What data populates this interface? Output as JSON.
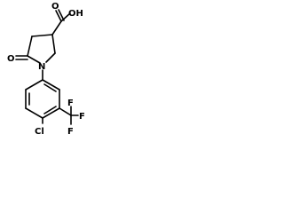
{
  "molecule": {
    "atoms": {
      "carboxyl_oh": "OH",
      "carboxyl_o": "O",
      "lactam_o": "O",
      "ring_n": "N",
      "chlorine": "Cl",
      "cf3_f_top": "F",
      "cf3_f_right": "F",
      "cf3_f_bottom": "F"
    }
  }
}
